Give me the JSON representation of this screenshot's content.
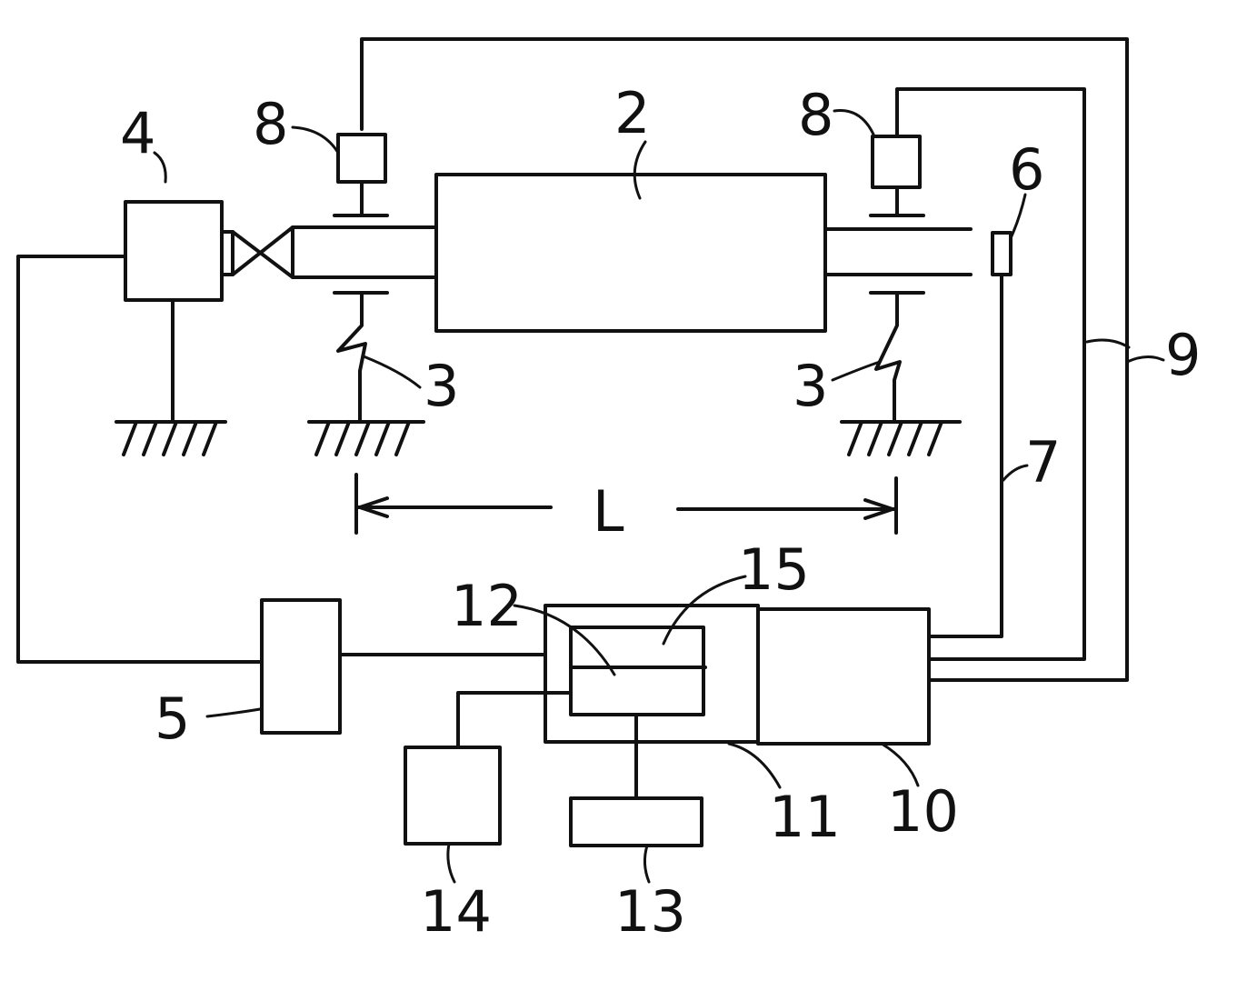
{
  "labels": {
    "rotor": "2",
    "bearing_left": "3",
    "bearing_right": "3",
    "drive": "4",
    "controller": "5",
    "sensor": "6",
    "sensor_line": "7",
    "actuator_left": "8",
    "actuator_right": "8",
    "feedback_line": "9",
    "unit_10": "10",
    "unit_11": "11",
    "unit_12": "12",
    "unit_13": "13",
    "unit_14": "14",
    "unit_15": "15",
    "length": "L"
  },
  "colors": {
    "ink": "#111111",
    "background": "#ffffff"
  }
}
